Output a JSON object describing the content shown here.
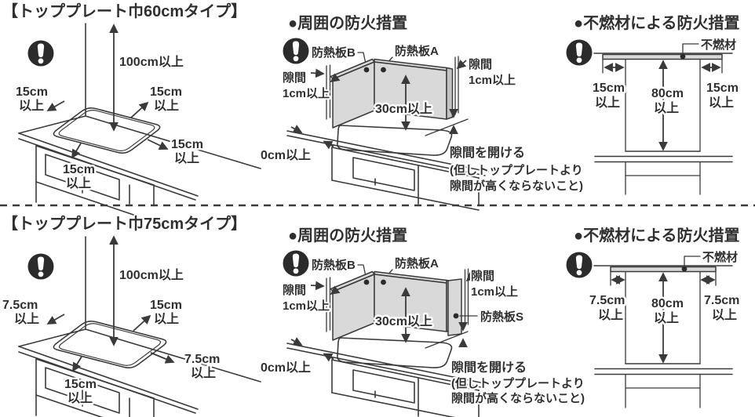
{
  "colors": {
    "line": "#3a3a3a",
    "panel_fill": "#d9d9d9",
    "icon": "#2b2b2b",
    "background": "#ffffff"
  },
  "rows": [
    {
      "title": "【トッププレート巾60cmタイプ】",
      "iso": {
        "above": "100cm以上",
        "left": [
          "15cm",
          "以上"
        ],
        "back_right": [
          "15cm",
          "以上"
        ],
        "front_right": [
          "15cm",
          "以上"
        ],
        "front": [
          "15cm",
          "以上"
        ]
      },
      "surround": {
        "title": "●周囲の防火措置",
        "plate_b": "防熱板B",
        "plate_a": "防熱板A",
        "gap_left": [
          "隙間",
          "1cm以上"
        ],
        "gap_right": [
          "隙間",
          "1cm以上"
        ],
        "height": "30cm以上",
        "floor_gap": "0cm以上",
        "note": [
          "隙間を開ける",
          "(但しトッププレートより",
          "隙間が高くならないこと)"
        ]
      },
      "noncomb": {
        "title": "●不燃材による防火措置",
        "material": "不燃材",
        "left": [
          "15cm",
          "以上"
        ],
        "center": [
          "80cm",
          "以上"
        ],
        "right": [
          "15cm",
          "以上"
        ]
      }
    },
    {
      "title": "【トッププレート巾75cmタイプ】",
      "iso": {
        "above": "100cm以上",
        "left": [
          "7.5cm",
          "以上"
        ],
        "back_right": [
          "15cm",
          "以上"
        ],
        "front_right": [
          "7.5cm",
          "以上"
        ],
        "front": [
          "15cm",
          "以上"
        ]
      },
      "surround": {
        "title": "●周囲の防火措置",
        "plate_b": "防熱板B",
        "plate_a": "防熱板A",
        "plate_s": "防熱板S",
        "gap_left": [
          "隙間",
          "1cm以上"
        ],
        "gap_right": [
          "隙間",
          "1cm以上"
        ],
        "height": "30cm以上",
        "floor_gap": "0cm以上",
        "note": [
          "隙間を開ける",
          "(但しトッププレートより",
          "隙間が高くならないこと)"
        ]
      },
      "noncomb": {
        "title": "●不燃材による防火措置",
        "material": "不燃材",
        "left": [
          "7.5cm",
          "以上"
        ],
        "center": [
          "80cm",
          "以上"
        ],
        "right": [
          "7.5cm",
          "以上"
        ]
      }
    }
  ]
}
